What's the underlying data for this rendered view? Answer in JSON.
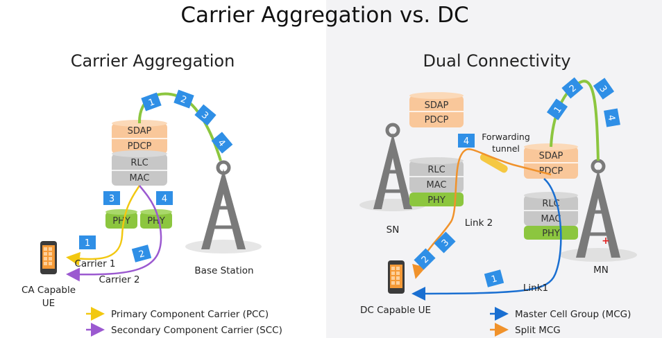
{
  "title": "Carrier Aggregation vs. DC",
  "ca": {
    "heading": "Carrier Aggregation",
    "stack": [
      "SDAP",
      "PDCP",
      "RLC",
      "MAC"
    ],
    "phy_left": "PHY",
    "phy_right": "PHY",
    "badges": [
      "1",
      "2",
      "3",
      "4",
      "3",
      "4",
      "1",
      "2"
    ],
    "carrier1": "Carrier 1",
    "carrier2": "Carrier 2",
    "base_station": "Base Station",
    "ue_line1": "CA Capable",
    "ue_line2": "UE",
    "legend": [
      {
        "label": "Primary Component Carrier (PCC)",
        "color": "#f2c811"
      },
      {
        "label": "Secondary Component Carrier (SCC)",
        "color": "#9b59d0"
      }
    ]
  },
  "dc": {
    "heading": "Dual Connectivity",
    "sn_stack": [
      "SDAP",
      "PDCP"
    ],
    "sn_lower": [
      "RLC",
      "MAC",
      "PHY"
    ],
    "mn_stack": [
      "SDAP",
      "PDCP"
    ],
    "mn_lower": [
      "RLC",
      "MAC",
      "PHY"
    ],
    "forwarding1": "Forwarding",
    "forwarding2": "tunnel",
    "sn": "SN",
    "mn": "MN",
    "link1": "Link1",
    "link2": "Link 2",
    "ue": "DC Capable UE",
    "badges": [
      "4",
      "1",
      "2",
      "3",
      "4",
      "2",
      "3",
      "1"
    ],
    "legend": [
      {
        "label": "Master Cell Group (MCG)",
        "color": "#1a6fd1"
      },
      {
        "label": "Split MCG",
        "color": "#f0922b"
      }
    ]
  },
  "colors": {
    "badge": "#2f8fe6",
    "orange_disk": "#f9c79a",
    "gray_disk": "#c7c7c7",
    "green_disk": "#8cc63f",
    "green_line": "#8cc63f",
    "right_bg": "#f3f3f5"
  }
}
